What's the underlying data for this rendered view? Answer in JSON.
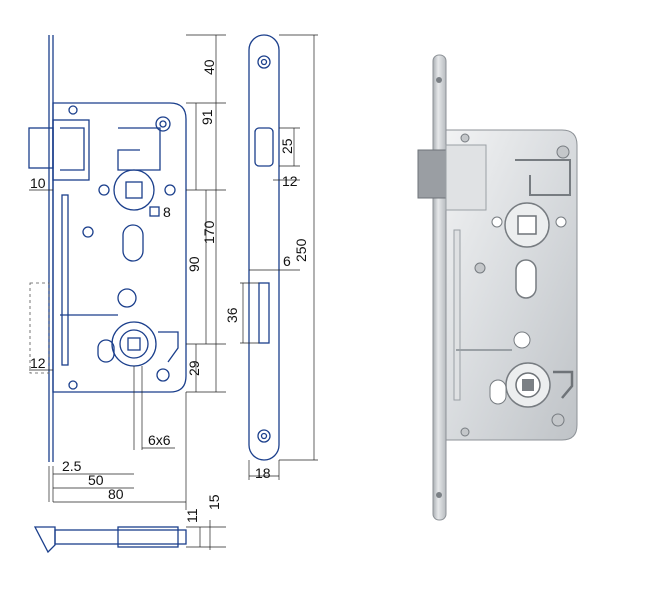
{
  "drawing": {
    "dimensions": {
      "d40": "40",
      "d91": "91",
      "d170": "170",
      "d90": "90",
      "d29": "29",
      "d250": "250",
      "d25": "25",
      "d12_side": "12",
      "d6": "6",
      "d36": "36",
      "d18": "18",
      "d10": "10",
      "d8": "8",
      "d12_left": "12",
      "d6x6": "6x6",
      "d2_5": "2.5",
      "d50": "50",
      "d80": "80",
      "d11": "11",
      "d15": "15"
    }
  },
  "photo": {
    "subject": "mortise-lock-photo",
    "colors": {
      "steel": "#c9ccd0",
      "steel_dark": "#8d9297",
      "drawing_line": "#1b3f8c"
    }
  }
}
